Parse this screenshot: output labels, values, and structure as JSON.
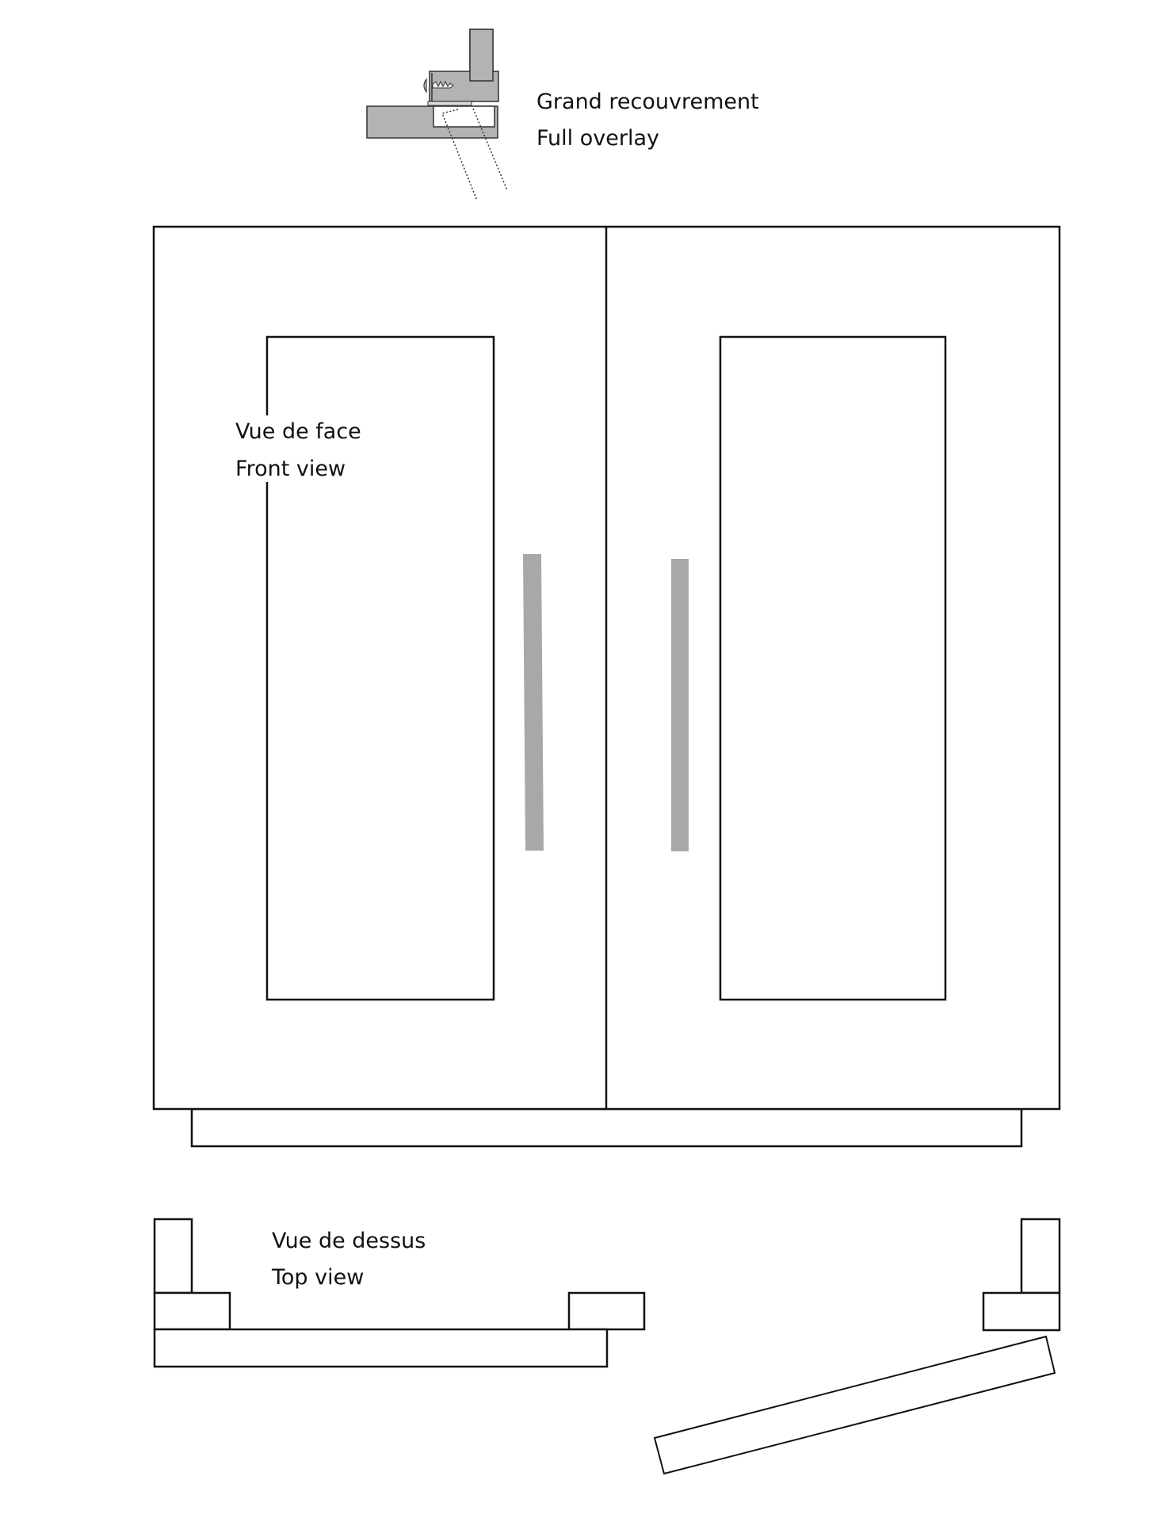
{
  "hinge_detail": {
    "title_fr": "Grand recouvrement",
    "title_en": "Full overlay"
  },
  "front_view": {
    "label_fr": "Vue de face",
    "label_en": "Front view",
    "doors": [
      {
        "side": "left",
        "handle": "vertical bar handle"
      },
      {
        "side": "right",
        "handle": "vertical bar handle"
      }
    ]
  },
  "top_view": {
    "label_fr": "Vue de dessus",
    "label_en": "Top view",
    "left_door_state": "closed",
    "right_door_state": "open"
  },
  "colors": {
    "stroke": "#111111",
    "fill_gray": "#a8a8a8",
    "hinge_gray": "#b3b3b3",
    "background": "#ffffff"
  }
}
